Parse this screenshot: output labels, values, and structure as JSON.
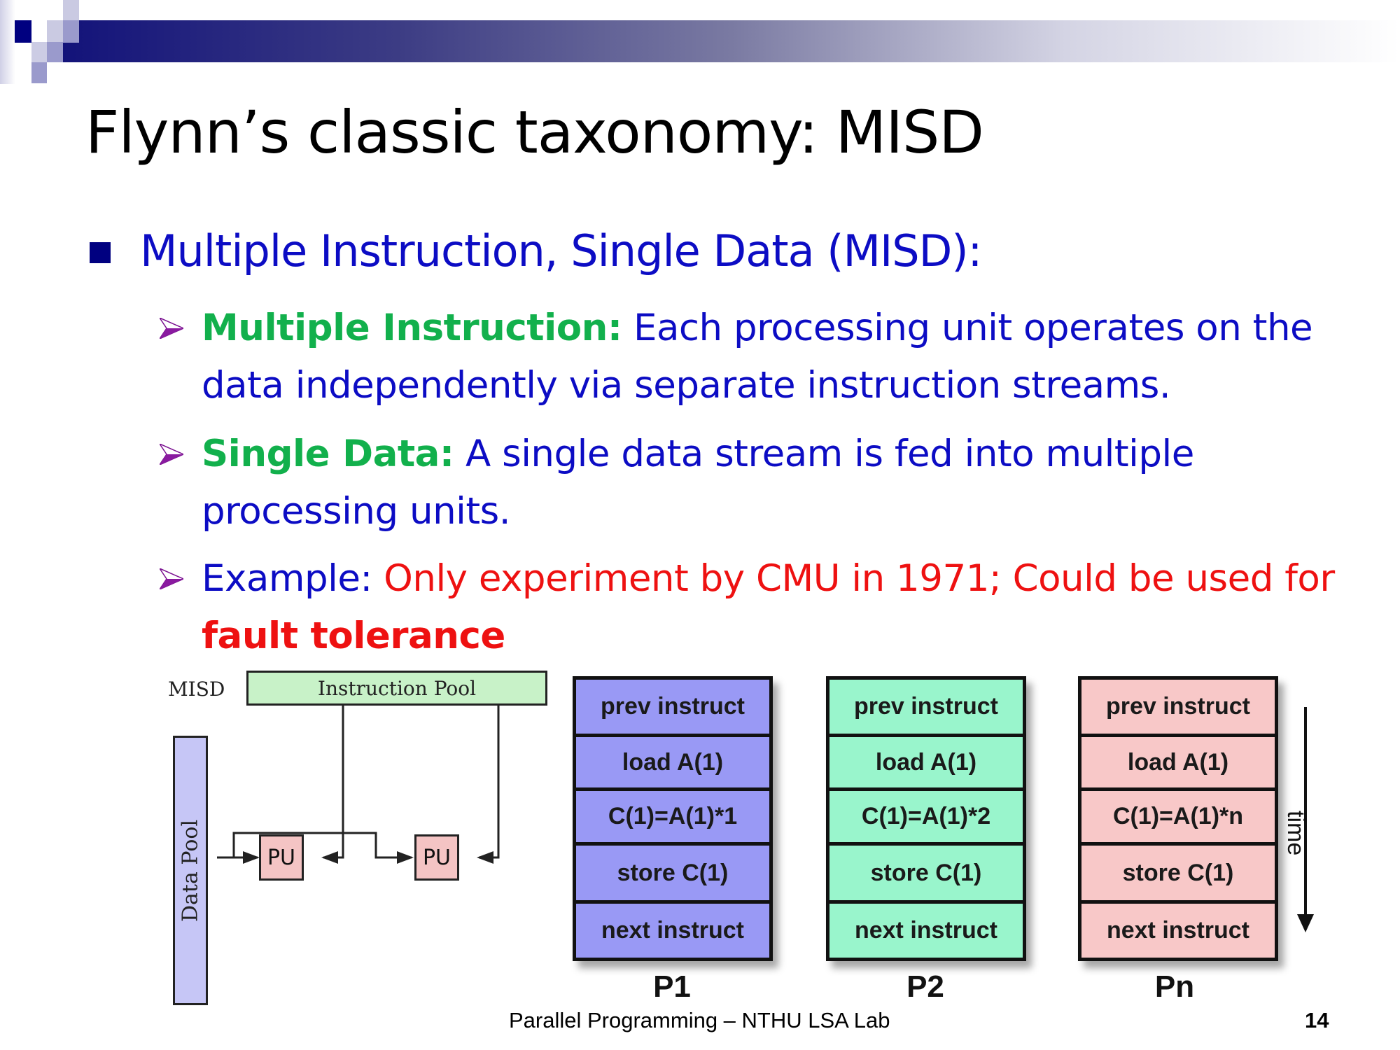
{
  "slide": {
    "title": "Flynn’s classic taxonomy: MISD",
    "bullet": "Multiple Instruction, Single Data (MISD):",
    "sub_bullets": [
      {
        "label": "Multiple Instruction:",
        "text": " Each processing unit operates on the data independently via separate instruction streams."
      },
      {
        "label": "Single Data:",
        "text": " A single data stream is fed into multiple processing units."
      },
      {
        "label": "Example:",
        "text": " Only experiment by CMU in 1971; Could be used for ",
        "emphasis": "fault tolerance"
      }
    ],
    "colors": {
      "title": "#000000",
      "bullet_text": "#0c0cc4",
      "label_green": "#12b04c",
      "example_red": "#ee1111",
      "bullet_square": "#000080"
    }
  },
  "diagram": {
    "misd_label": "MISD",
    "instruction_pool": "Instruction Pool",
    "data_pool": "Data Pool",
    "pu_label": "PU",
    "processors": [
      {
        "name": "P1",
        "color": "#9999f5",
        "steps": [
          "prev instruct",
          "load A(1)",
          "C(1)=A(1)*1",
          "store C(1)",
          "next instruct"
        ]
      },
      {
        "name": "P2",
        "color": "#99f5cc",
        "steps": [
          "prev instruct",
          "load A(1)",
          "C(1)=A(1)*2",
          "store C(1)",
          "next instruct"
        ]
      },
      {
        "name": "Pn",
        "color": "#f8c8c8",
        "steps": [
          "prev instruct",
          "load A(1)",
          "C(1)=A(1)*n",
          "store C(1)",
          "next instruct"
        ]
      }
    ],
    "time_label": "time"
  },
  "footer": {
    "text": "Parallel Programming – NTHU LSA Lab",
    "page_number": "14"
  }
}
